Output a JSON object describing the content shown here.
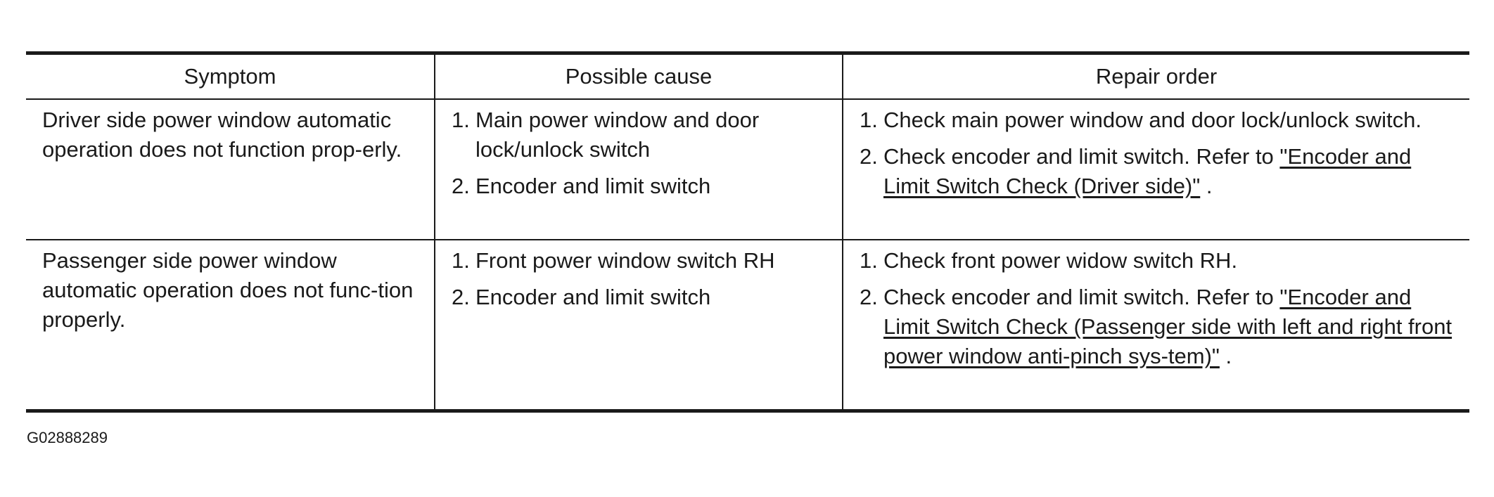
{
  "table": {
    "headers": {
      "symptom": "Symptom",
      "cause": "Possible cause",
      "repair": "Repair order"
    },
    "rows": [
      {
        "symptom": "Driver side power window automatic operation does not function prop-erly.",
        "causes": [
          {
            "num": "1.",
            "text": "Main power window and door lock/unlock switch"
          },
          {
            "num": "2.",
            "text": "Encoder and limit switch"
          }
        ],
        "repairs": [
          {
            "num": "1.",
            "text": "Check main power window and door lock/unlock switch."
          },
          {
            "num": "2.",
            "text": "Check encoder and limit switch. Refer to ",
            "link": "\"Encoder and Limit Switch Check (Driver side)\"",
            "tail": " ."
          }
        ]
      },
      {
        "symptom": "Passenger side power window automatic operation does not func-tion properly.",
        "causes": [
          {
            "num": "1.",
            "text": "Front power window switch RH"
          },
          {
            "num": "2.",
            "text": "Encoder and limit switch"
          }
        ],
        "repairs": [
          {
            "num": "1.",
            "text": "Check front power widow switch RH."
          },
          {
            "num": "2.",
            "text": "Check encoder and limit switch. Refer to ",
            "link": "\"Encoder and Limit Switch Check (Passenger side with left and right front power window anti-pinch sys-tem)\"",
            "tail": " ."
          }
        ]
      }
    ]
  },
  "footer": {
    "figure_id": "G02888289"
  }
}
